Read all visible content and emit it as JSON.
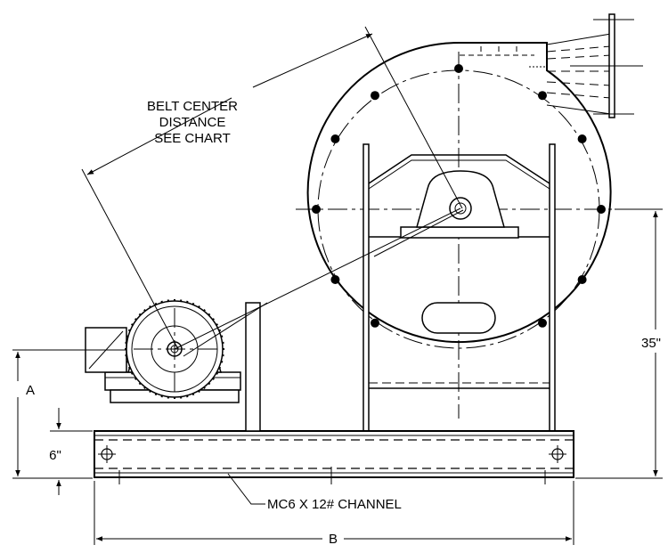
{
  "labels": {
    "belt_line1": "BELT CENTER",
    "belt_line2": "DISTANCE",
    "belt_line3": "SEE CHART",
    "dim_35": "35\"",
    "dim_a": "A",
    "dim_6": "6\"",
    "channel": "MC6 X 12# CHANNEL",
    "dim_b": "B"
  },
  "colors": {
    "line": "#000000",
    "background": "#ffffff"
  }
}
